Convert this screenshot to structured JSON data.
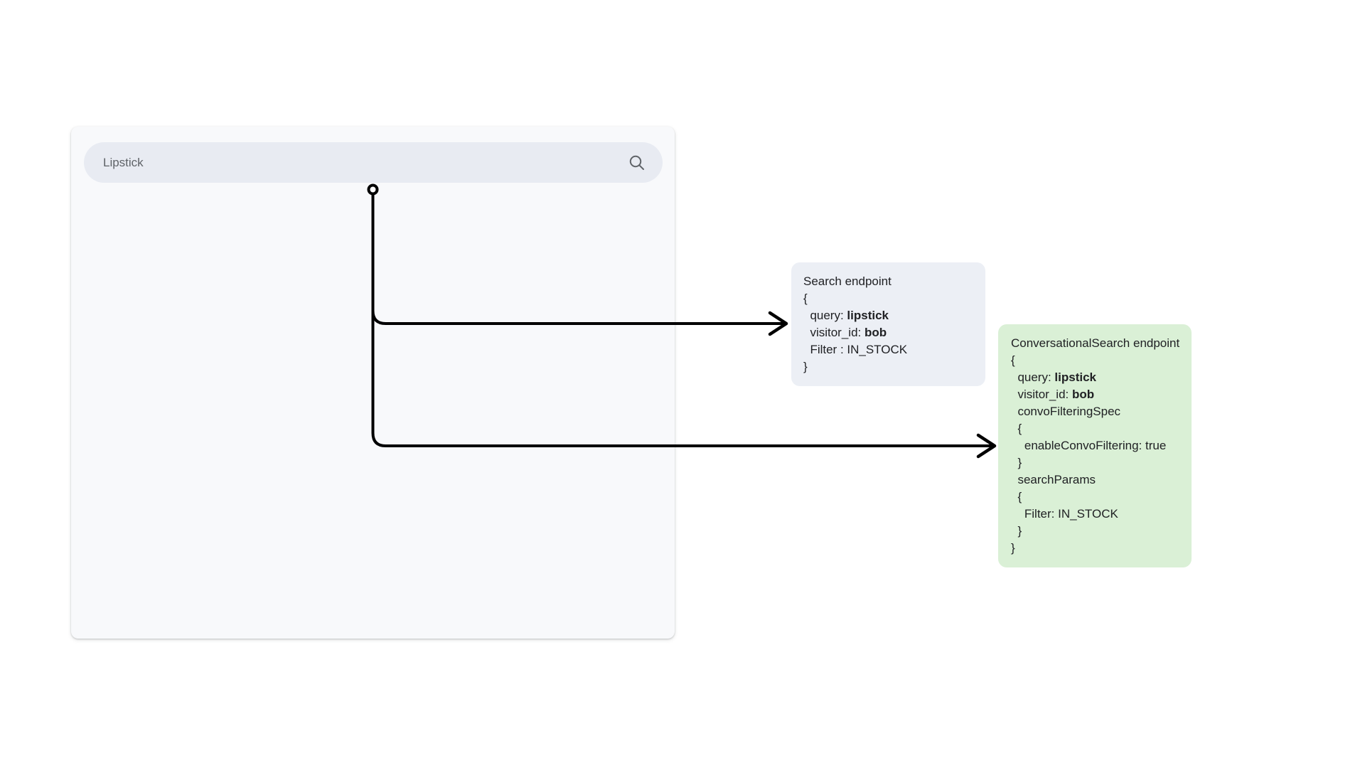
{
  "colors": {
    "panel_bg": "#f8f9fb",
    "search_pill_bg": "#e8ebf2",
    "search_card_bg": "#eceff5",
    "conversational_card_bg": "#daf0d6",
    "text": "#202124",
    "muted_text": "#5f6368",
    "connector": "#000000"
  },
  "search_panel": {
    "query": "Lipstick",
    "search_icon": "magnifying-glass"
  },
  "diagram": {
    "origin_marker": "open-circle",
    "arrows": [
      {
        "to": "Search endpoint"
      },
      {
        "to": "ConversationalSearch endpoint"
      }
    ]
  },
  "search_endpoint_card": {
    "title": "Search endpoint",
    "brace_open": "{",
    "query_prefix": "  query: ",
    "query_value": "lipstick",
    "visitor_prefix": "  visitor_id: ",
    "visitor_value": "bob",
    "filter_line": "  Filter : IN_STOCK",
    "brace_close": "}"
  },
  "conversational_endpoint_card": {
    "title": "ConversationalSearch endpoint",
    "brace_open": "{",
    "query_prefix": "  query: ",
    "query_value": "lipstick",
    "visitor_prefix": "  visitor_id: ",
    "visitor_value": "bob",
    "convo_spec_label": "  convoFilteringSpec",
    "convo_brace_open": "  {",
    "enable_line": "    enableConvoFiltering: true",
    "convo_brace_close": "  }",
    "search_params_label": "  searchParams",
    "params_brace_open": "  {",
    "filter_line": "    Filter: IN_STOCK",
    "params_brace_close": "  }",
    "brace_close": "}"
  }
}
